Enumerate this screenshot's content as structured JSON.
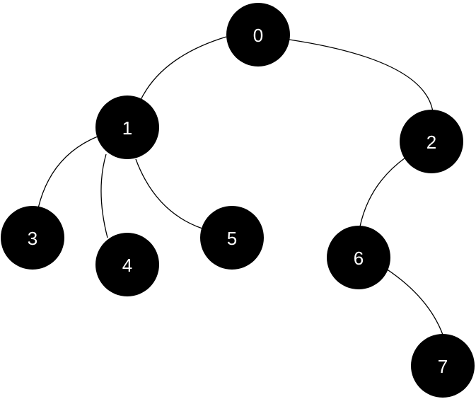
{
  "tree": {
    "node_color": "#000000",
    "label_color": "#ffffff",
    "nodes": [
      {
        "id": "0",
        "label": "0"
      },
      {
        "id": "1",
        "label": "1"
      },
      {
        "id": "2",
        "label": "2"
      },
      {
        "id": "3",
        "label": "3"
      },
      {
        "id": "4",
        "label": "4"
      },
      {
        "id": "5",
        "label": "5"
      },
      {
        "id": "6",
        "label": "6"
      },
      {
        "id": "7",
        "label": "7"
      }
    ],
    "edges": [
      {
        "from": "0",
        "to": "1"
      },
      {
        "from": "0",
        "to": "2"
      },
      {
        "from": "1",
        "to": "3"
      },
      {
        "from": "1",
        "to": "4"
      },
      {
        "from": "1",
        "to": "5"
      },
      {
        "from": "2",
        "to": "6"
      },
      {
        "from": "6",
        "to": "7"
      }
    ]
  }
}
